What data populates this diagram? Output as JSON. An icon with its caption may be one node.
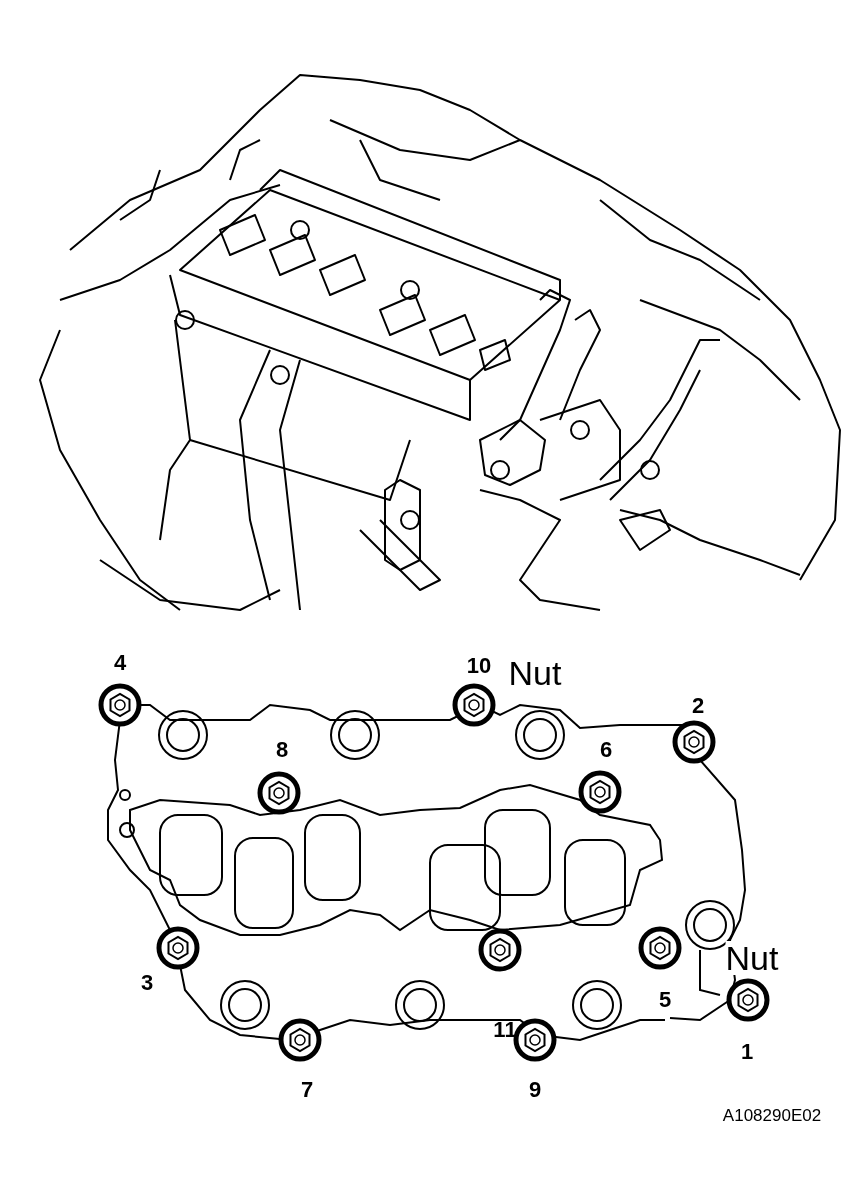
{
  "diagram": {
    "labels": [
      "4",
      "10",
      "Nut",
      "2",
      "8",
      "6",
      "3",
      "Nut",
      "5",
      "11",
      "1",
      "7",
      "9",
      "A108290E02"
    ]
  }
}
